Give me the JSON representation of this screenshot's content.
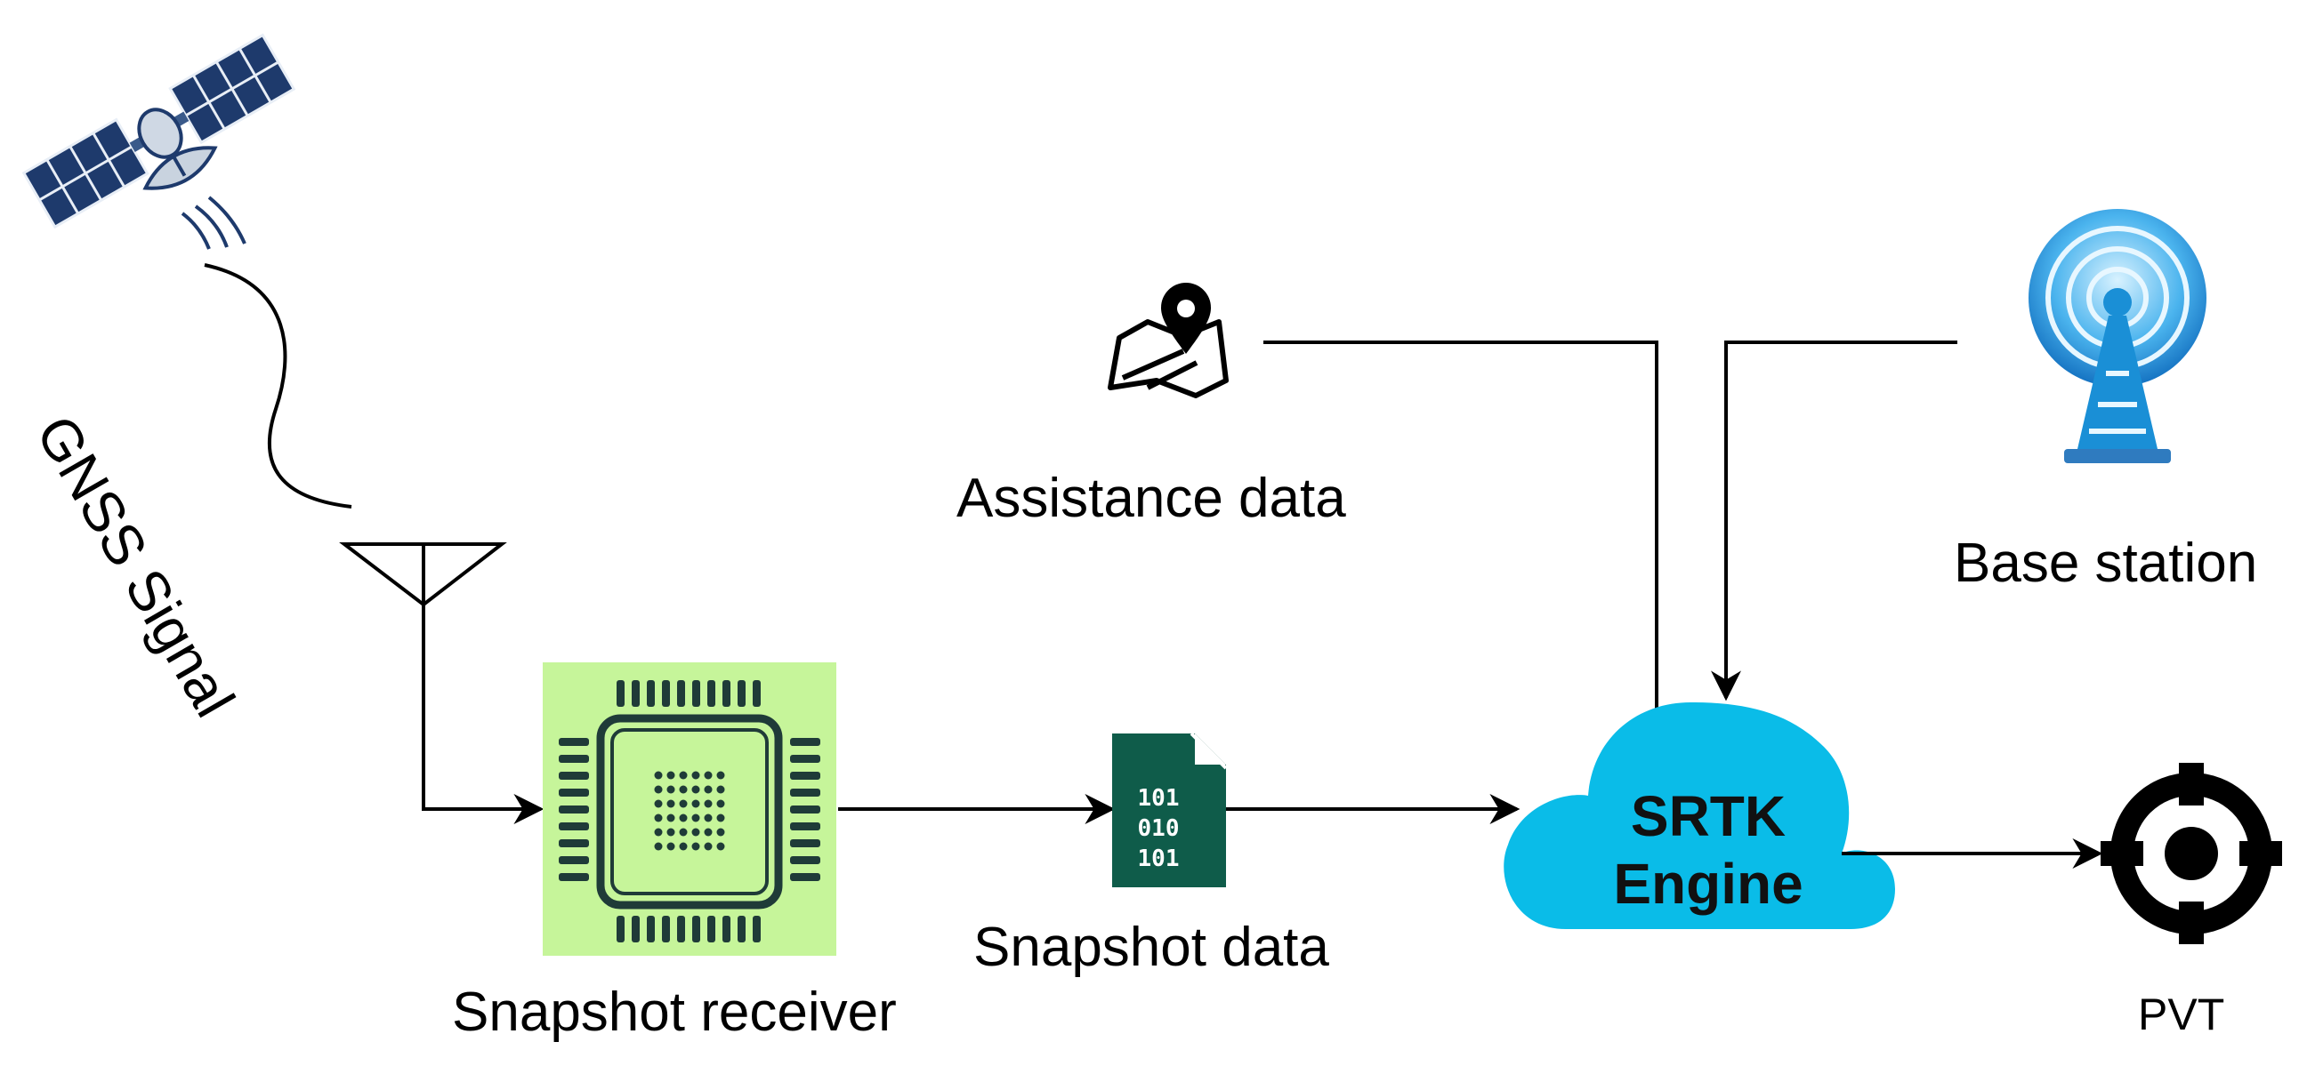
{
  "labels": {
    "gnss_signal": "GNSS Signal",
    "assistance_data": "Assistance data",
    "base_station": "Base station",
    "snapshot_receiver": "Snapshot receiver",
    "snapshot_data": "Snapshot data",
    "pvt": "PVT"
  },
  "engine": {
    "line1": "SRTK",
    "line2": "Engine"
  },
  "file_icon": {
    "row1": "101",
    "row2": "010",
    "row3": "101"
  },
  "colors": {
    "chip_background": "#c6f59a",
    "chip_body": "#1f3b38",
    "file_icon": "#0f5c4a",
    "cloud": "#0abce8",
    "satellite": "#1e3a6c",
    "tower": "#1a8fd6"
  },
  "icons": [
    "satellite-icon",
    "antenna-icon",
    "map-pin-icon",
    "base-station-tower-icon",
    "chip-icon",
    "binary-file-icon",
    "cloud-icon",
    "crosshair-target-icon"
  ]
}
